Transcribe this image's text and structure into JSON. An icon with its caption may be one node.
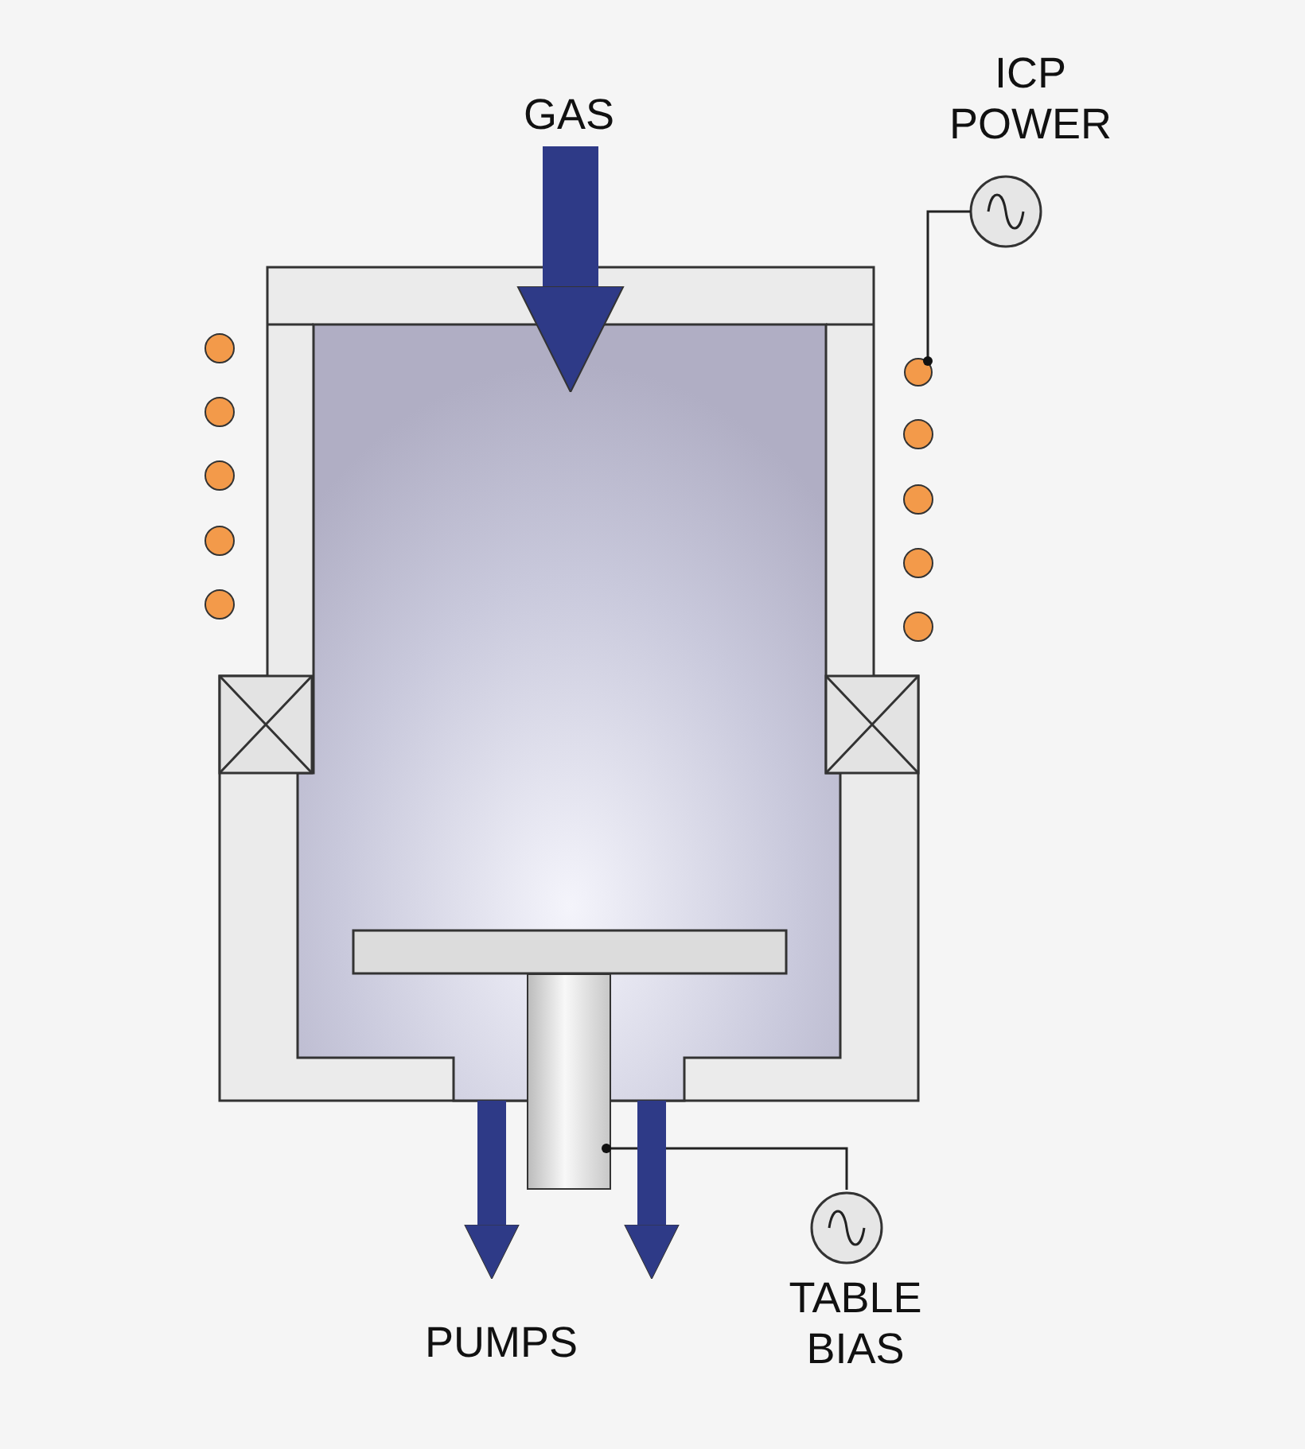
{
  "diagram": {
    "nodes": [
      {
        "text": [
          "GAS"
        ]
      },
      {
        "text": [],
        "shape": "box"
      },
      {
        "text": [
          "ICP POWER"
        ]
      },
      {
        "text": [],
        "shape": "circle"
      },
      {
        "text": [],
        "shape": "bar"
      },
      {
        "text": [
          "TABLE BIAS"
        ]
      },
      {
        "text": [
          "PUMPS"
        ]
      }
    ],
    "edges": [
      {
        "from": 0,
        "to": 1,
        "arrow": "to",
        "style": "thick"
      },
      {
        "from": 2,
        "to": 3,
        "arrow": "none",
        "color": "#222222"
      },
      {
        "from": 5,
        "to": 4,
        "arrow": "none",
        "color": "#222222"
      },
      {
        "from": 1,
        "to": 6,
        "arrow": "to",
        "color": "#2e3a87"
      },
      {
        "from": 1,
        "to": 6,
        "arrow": "to",
        "color": "#2e3a87"
      }
    ]
  }
}
